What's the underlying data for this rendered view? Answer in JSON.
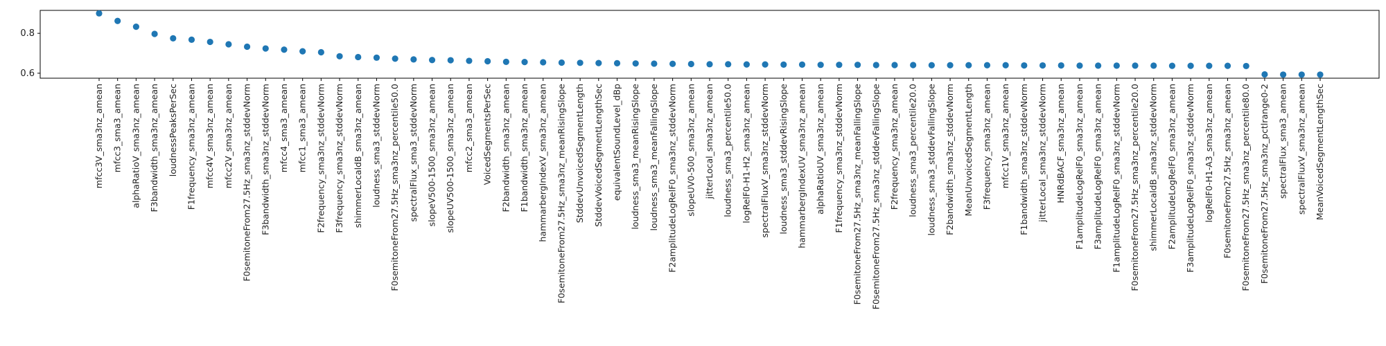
{
  "chart_data": {
    "type": "scatter",
    "title": "",
    "xlabel": "",
    "ylabel": "",
    "ylim": [
      0.575,
      0.915
    ],
    "yticks": [
      0.6,
      0.8
    ],
    "ytick_labels": [
      "0.6",
      "0.8"
    ],
    "grid": false,
    "marker_color": "#1f77b4",
    "categories": [
      "mfcc3V_sma3nz_amean",
      "mfcc3_sma3_amean",
      "alphaRatioV_sma3nz_amean",
      "F3bandwidth_sma3nz_amean",
      "loudnessPeaksPerSec",
      "F1frequency_sma3nz_amean",
      "mfcc4V_sma3nz_amean",
      "mfcc2V_sma3nz_amean",
      "F0semitoneFrom27.5Hz_sma3nz_stddevNorm",
      "F3bandwidth_sma3nz_stddevNorm",
      "mfcc4_sma3_amean",
      "mfcc1_sma3_amean",
      "F2frequency_sma3nz_stddevNorm",
      "F3frequency_sma3nz_stddevNorm",
      "shimmerLocaldB_sma3nz_amean",
      "loudness_sma3_stddevNorm",
      "F0semitoneFrom27.5Hz_sma3nz_percentile50.0",
      "spectralFlux_sma3_stddevNorm",
      "slopeV500-1500_sma3nz_amean",
      "slopeUV500-1500_sma3nz_amean",
      "mfcc2_sma3_amean",
      "VoicedSegmentsPerSec",
      "F2bandwidth_sma3nz_amean",
      "F1bandwidth_sma3nz_amean",
      "hammarbergIndexV_sma3nz_amean",
      "F0semitoneFrom27.5Hz_sma3nz_meanRisingSlope",
      "StddevUnvoicedSegmentLength",
      "StddevVoicedSegmentLengthSec",
      "equivalentSoundLevel_dBp",
      "loudness_sma3_meanRisingSlope",
      "loudness_sma3_meanFallingSlope",
      "F2amplitudeLogRelF0_sma3nz_stddevNorm",
      "slopeUV0-500_sma3nz_amean",
      "jitterLocal_sma3nz_amean",
      "loudness_sma3_percentile50.0",
      "logRelF0-H1-H2_sma3nz_amean",
      "spectralFluxV_sma3nz_stddevNorm",
      "loudness_sma3_stddevRisingSlope",
      "hammarbergIndexUV_sma3nz_amean",
      "alphaRatioUV_sma3nz_amean",
      "F1frequency_sma3nz_stddevNorm",
      "F0semitoneFrom27.5Hz_sma3nz_meanFallingSlope",
      "F0semitoneFrom27.5Hz_sma3nz_stddevFallingSlope",
      "F2frequency_sma3nz_amean",
      "loudness_sma3_percentile20.0",
      "loudness_sma3_stddevFallingSlope",
      "F2bandwidth_sma3nz_stddevNorm",
      "MeanUnvoicedSegmentLength",
      "F3frequency_sma3nz_amean",
      "mfcc1V_sma3nz_amean",
      "F1bandwidth_sma3nz_stddevNorm",
      "jitterLocal_sma3nz_stddevNorm",
      "HNRdBACF_sma3nz_amean",
      "F1amplitudeLogRelF0_sma3nz_amean",
      "F3amplitudeLogRelF0_sma3nz_amean",
      "F1amplitudeLogRelF0_sma3nz_stddevNorm",
      "F0semitoneFrom27.5Hz_sma3nz_percentile20.0",
      "shimmerLocaldB_sma3nz_stddevNorm",
      "F2amplitudeLogRelF0_sma3nz_amean",
      "F3amplitudeLogRelF0_sma3nz_stddevNorm",
      "logRelF0-H1-A3_sma3nz_amean",
      "F0semitoneFrom27.5Hz_sma3nz_amean",
      "F0semitoneFrom27.5Hz_sma3nz_percentile80.0",
      "F0semitoneFrom27.5Hz_sma3nz_pctlrange0-2",
      "spectralFlux_sma3_amean",
      "spectralFluxV_sma3nz_amean",
      "MeanVoicedSegmentLengthSec"
    ],
    "values": [
      0.9,
      0.862,
      0.833,
      0.797,
      0.775,
      0.768,
      0.757,
      0.745,
      0.733,
      0.724,
      0.718,
      0.71,
      0.705,
      0.685,
      0.681,
      0.678,
      0.673,
      0.669,
      0.666,
      0.665,
      0.662,
      0.66,
      0.657,
      0.656,
      0.655,
      0.653,
      0.652,
      0.651,
      0.65,
      0.649,
      0.648,
      0.647,
      0.646,
      0.645,
      0.645,
      0.644,
      0.644,
      0.643,
      0.643,
      0.642,
      0.642,
      0.642,
      0.641,
      0.641,
      0.641,
      0.64,
      0.64,
      0.64,
      0.64,
      0.64,
      0.639,
      0.639,
      0.639,
      0.638,
      0.638,
      0.638,
      0.638,
      0.638,
      0.637,
      0.637,
      0.637,
      0.637,
      0.636,
      0.594,
      0.593,
      0.593,
      0.593
    ]
  }
}
